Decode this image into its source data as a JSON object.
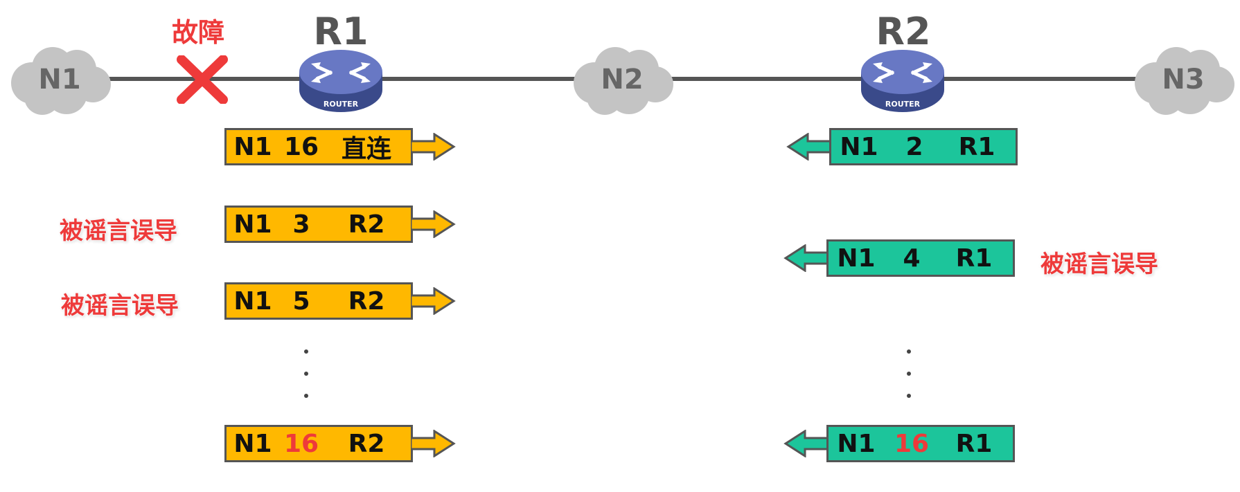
{
  "networks": {
    "n1": "N1",
    "n2": "N2",
    "n3": "N3"
  },
  "routers": {
    "r1": "R1",
    "r2": "R2",
    "router_badge": "ROUTER"
  },
  "fault": {
    "label": "故障",
    "icon": "red-x-icon"
  },
  "r1_updates": [
    {
      "net": "N1",
      "dist": "16",
      "next": "直连",
      "dist_highlight": false
    },
    {
      "net": "N1",
      "dist": "3",
      "next": "R2",
      "dist_highlight": false
    },
    {
      "net": "N1",
      "dist": "5",
      "next": "R2",
      "dist_highlight": false
    },
    {
      "net": "N1",
      "dist": "16",
      "next": "R2",
      "dist_highlight": true
    }
  ],
  "r2_updates": [
    {
      "net": "N1",
      "dist": "2",
      "next": "R1",
      "dist_highlight": false
    },
    {
      "net": "N1",
      "dist": "4",
      "next": "R1",
      "dist_highlight": false
    },
    {
      "net": "N1",
      "dist": "16",
      "next": "R1",
      "dist_highlight": true
    }
  ],
  "rumor_labels": {
    "r1_a": "被谣言误导",
    "r1_b": "被谣言误导",
    "r2_a": "被谣言误导"
  },
  "colors": {
    "r1_box": "#ffb800",
    "r2_box": "#1cc59b",
    "alert": "#ee3a3a",
    "link": "#555555"
  }
}
